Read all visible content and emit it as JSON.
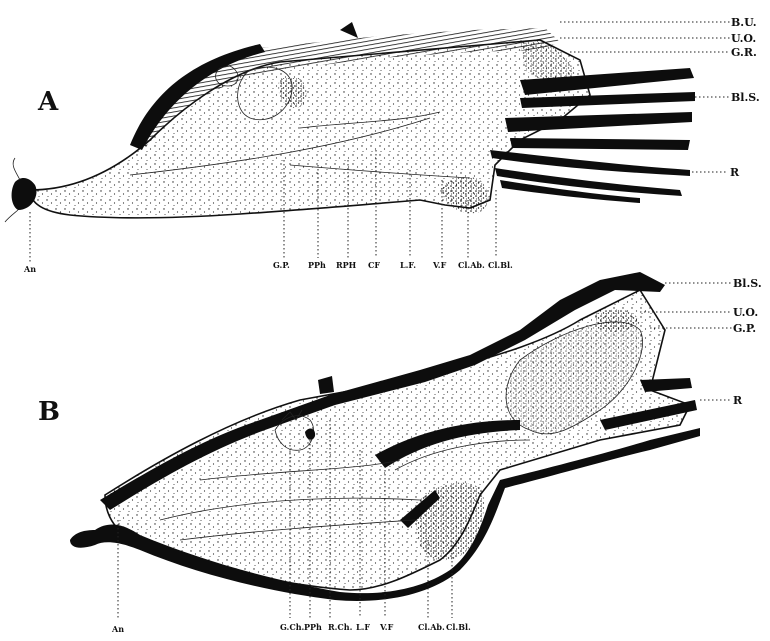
{
  "figure_a": {
    "letter": "A",
    "labels_right": [
      "B.U.",
      "U.O.",
      "G.R.",
      "Bl.S.",
      "R"
    ],
    "labels_bottom": [
      "An",
      "G.P.",
      "PPh",
      "RPH",
      "CF",
      "L.F.",
      "V.F",
      "Cl.Ab.",
      "Cl.Bl."
    ]
  },
  "figure_b": {
    "letter": "B",
    "labels_right": [
      "Bl.S.",
      "U.O.",
      "G.P.",
      "R"
    ],
    "labels_bottom": [
      "An",
      "G.Ch.",
      "PPh",
      "R.Ch.",
      "L.F",
      "V.F",
      "Cl.Ab.",
      "Cl.Bl."
    ]
  }
}
